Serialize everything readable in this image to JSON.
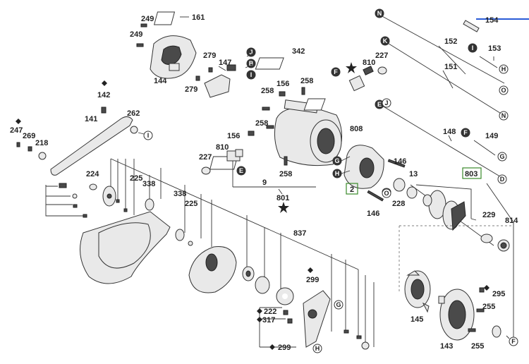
{
  "diagram": {
    "part_numbers": {
      "p154": "154",
      "p152": "152",
      "p153": "153",
      "p151": "151",
      "p161": "161",
      "p249a": "249",
      "p249b": "249",
      "p144": "144",
      "p279a": "279",
      "p147": "147",
      "p279b": "279",
      "p342": "342",
      "p810a": "810",
      "p227a": "227",
      "p258a": "258",
      "p156a": "156",
      "p258b": "258",
      "p258c": "258",
      "p808": "808",
      "p156b": "156",
      "p227b": "227",
      "p810b": "810",
      "p9": "9",
      "p258d": "258",
      "p801": "801",
      "p142": "142",
      "p141": "141",
      "p262": "262",
      "p247": "247",
      "p269": "269",
      "p218": "218",
      "p224": "224",
      "p225a": "225",
      "p338a": "338",
      "p338b": "338",
      "p225b": "225",
      "p837": "837",
      "p148": "148",
      "p149": "149",
      "p146a": "146",
      "p13": "13",
      "p803": "803",
      "p2": "2",
      "p228": "228",
      "p146b": "146",
      "p229": "229",
      "p814": "814",
      "p299a": "299",
      "p222": "222",
      "p317": "317",
      "p299b": "299",
      "p295": "295",
      "p255a": "255",
      "p145": "145",
      "p143": "143",
      "p255b": "255"
    },
    "markers": {
      "N": "N",
      "K": "K",
      "E": "E",
      "I": "I",
      "H": "H",
      "O": "O",
      "D": "D",
      "F": "F",
      "G": "G",
      "J": "J",
      "B": "B"
    }
  }
}
